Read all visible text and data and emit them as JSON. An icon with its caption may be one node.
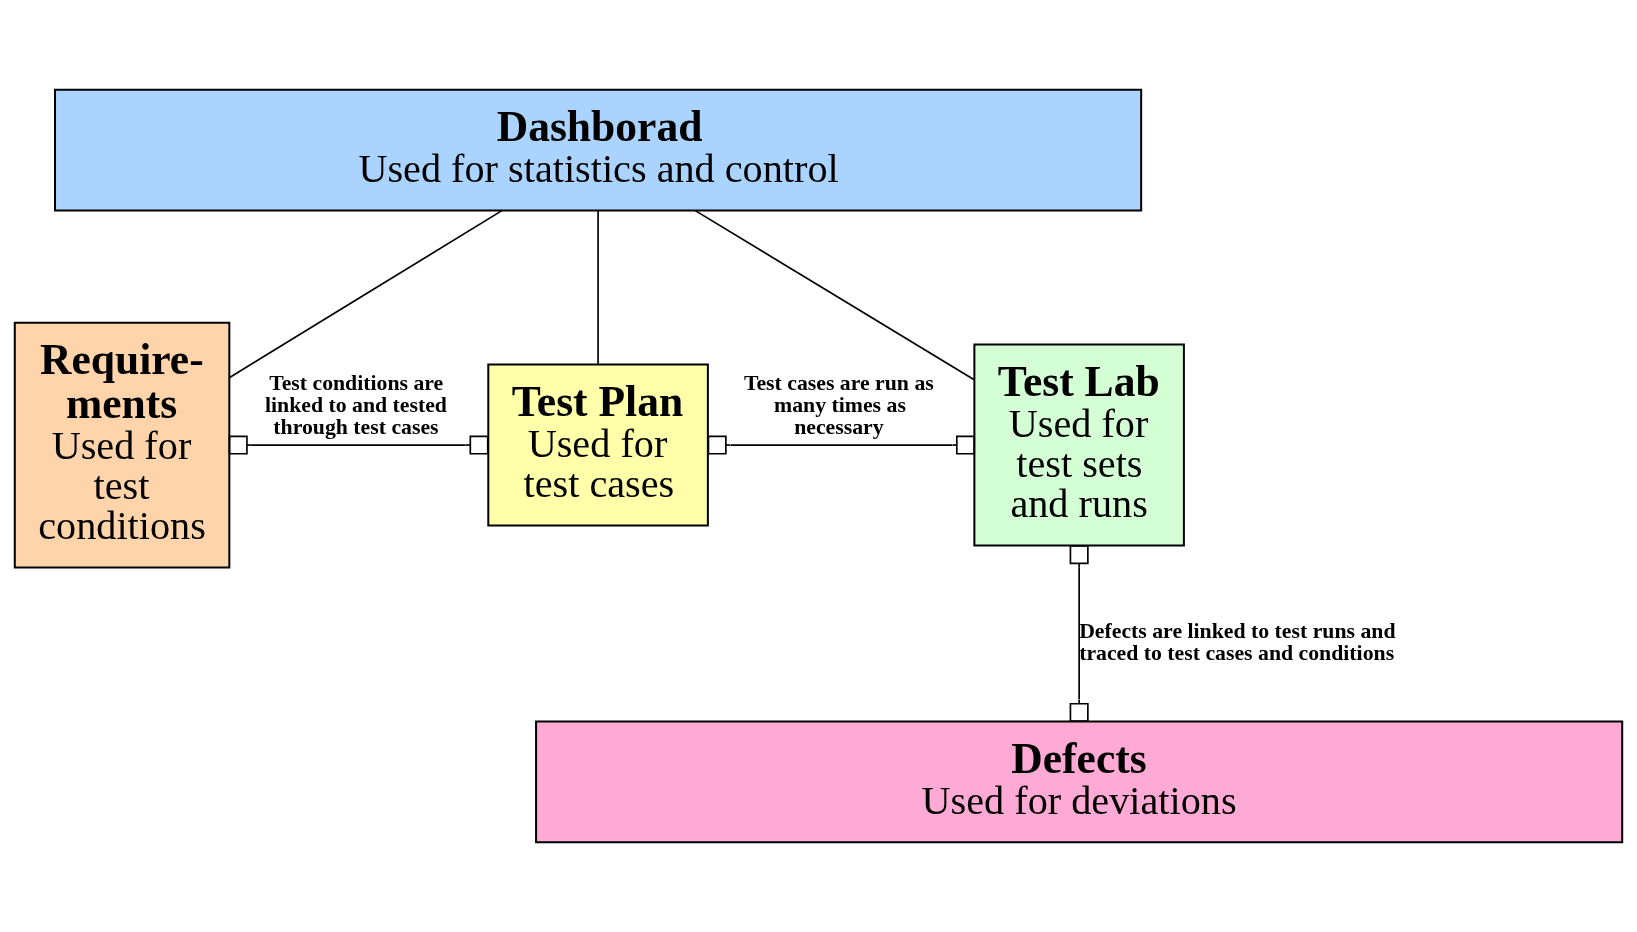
{
  "diagram": {
    "nodes": [
      {
        "text": [
          "Dashborad",
          "Used for statistics and control"
        ]
      },
      {
        "text": [
          "Require- ments",
          "Used for test conditions"
        ]
      },
      {
        "text": [
          "Test Plan",
          "Used for test cases"
        ]
      },
      {
        "text": [
          "Test Lab",
          "Used for test sets and runs"
        ]
      },
      {
        "text": [
          "Defects",
          "Used for deviations"
        ]
      }
    ],
    "edges": [
      {
        "from": 0,
        "to": 1,
        "arrow": "none"
      },
      {
        "from": 0,
        "to": 2,
        "arrow": "none"
      },
      {
        "from": 0,
        "to": 3,
        "arrow": "none"
      },
      {
        "from": 1,
        "to": 2,
        "arrow": "other",
        "label": "Test conditions are linked to and tested through test cases"
      },
      {
        "from": 2,
        "to": 3,
        "arrow": "other",
        "label": "Test cases are run as many times as necessary"
      },
      {
        "from": 3,
        "to": 4,
        "arrow": "other",
        "label": "Defects are linked to test runs and traced to test cases and conditions"
      }
    ]
  }
}
